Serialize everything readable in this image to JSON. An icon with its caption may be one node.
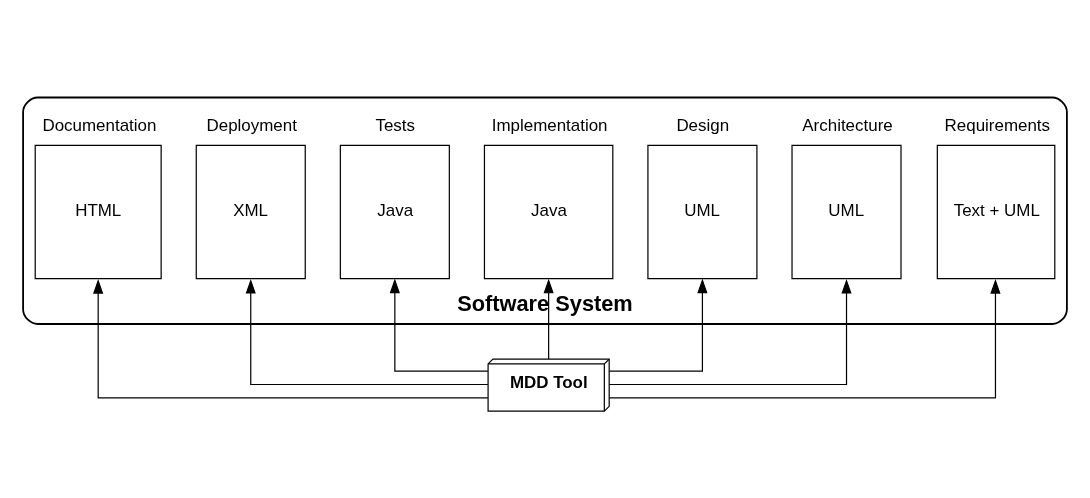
{
  "diagram": {
    "nodes": [
      {
        "text": [
          "Software System"
        ]
      },
      {
        "text": [
          "Requirements",
          "Text + UML"
        ],
        "in": 0
      },
      {
        "text": [
          "Architecture",
          "UML"
        ],
        "in": 0
      },
      {
        "text": [
          "Design",
          "UML"
        ],
        "in": 0
      },
      {
        "text": [
          "Implementation",
          "Java"
        ],
        "in": 0
      },
      {
        "text": [
          "Tests",
          "Java"
        ],
        "in": 0
      },
      {
        "text": [
          "Deployment",
          "XML"
        ],
        "in": 0
      },
      {
        "text": [
          "Documentation",
          "HTML"
        ],
        "in": 0
      },
      {
        "text": [
          "MDD Tool"
        ]
      }
    ],
    "edges": [
      {
        "from": 8,
        "to": 1,
        "arrow": "to"
      },
      {
        "from": 8,
        "to": 2,
        "arrow": "to"
      },
      {
        "from": 8,
        "to": 3,
        "arrow": "to"
      },
      {
        "from": 8,
        "to": 4,
        "arrow": "to"
      },
      {
        "from": 8,
        "to": 5,
        "arrow": "to"
      },
      {
        "from": 8,
        "to": 6,
        "arrow": "to"
      },
      {
        "from": 8,
        "to": 7,
        "arrow": "to"
      }
    ]
  }
}
